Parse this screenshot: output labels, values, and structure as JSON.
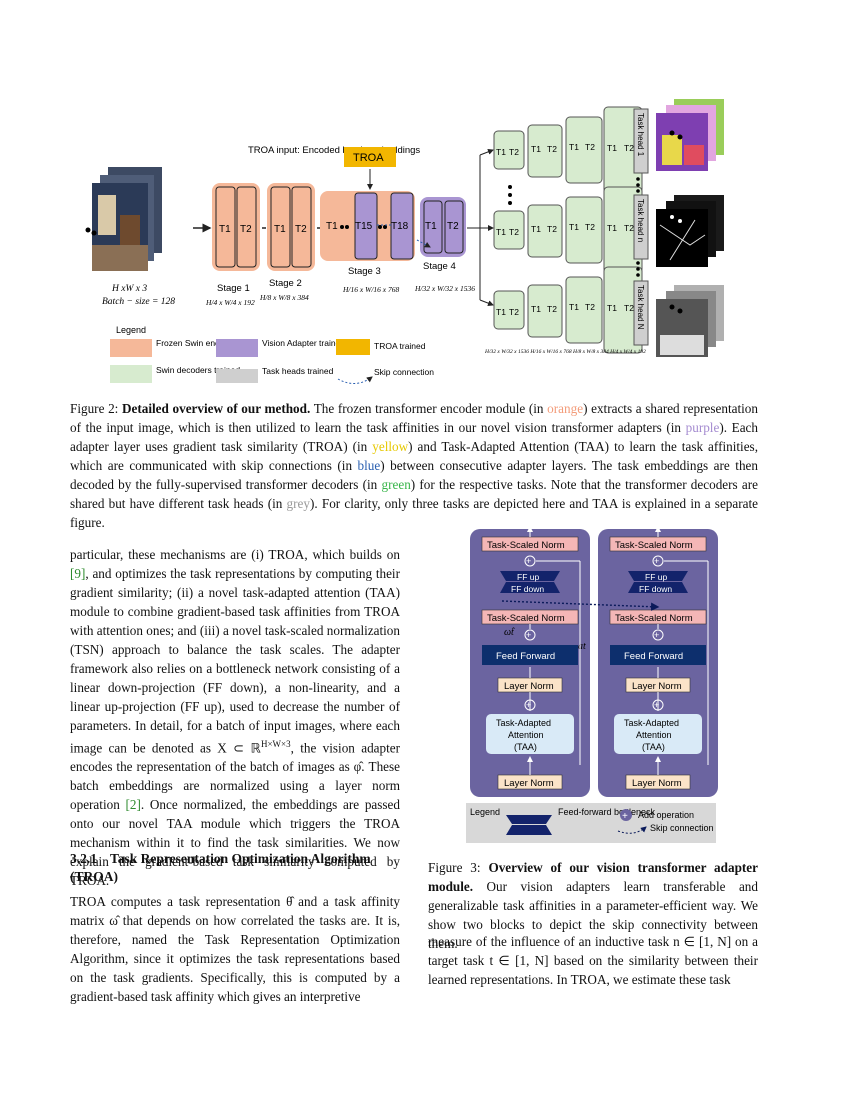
{
  "fig2": {
    "input_dims": "H xW x 3",
    "batch_size": "Batch − size = 128",
    "troa_input": "TROA input: Encoded batch embeddings",
    "troa": "TROA",
    "t1": "T1",
    "t2": "T2",
    "t15": "T15",
    "t18": "T18",
    "stage1": "Stage 1",
    "stage2": "Stage 2",
    "stage3": "Stage 3",
    "stage4": "Stage 4",
    "dim1": "H/4 x W/4 x 192",
    "dim2": "H/8 x W/8 x 384",
    "dim3": "H/16 x W/16 x 768",
    "dim4": "H/32 x W/32 x 1536",
    "task_head_1": "Task head 1",
    "task_head_n": "Task head n",
    "task_head_N": "Task head N",
    "dec_dims": "H/32 x W/32 x 1536   H/16 x W/16 x 768   H/8 x W/8 x 384   H/4 x W/4 x 192",
    "legend": {
      "title": "Legend",
      "frozen": "Frozen Swin encoder",
      "adapter": "Vision Adapter trained",
      "troa": "TROA trained",
      "decoders": "Swin decoders trained",
      "heads": "Task heads trained",
      "skip": "Skip connection"
    },
    "colors": {
      "orange": "#f5b899",
      "purple": "#a995d2",
      "yellow": "#f2b600",
      "green": "#d7ebcf",
      "grey": "#cfcfcf"
    }
  },
  "fig2_caption": {
    "label": "Figure 2:",
    "bold": "Detailed overview of our method.",
    "t1": "The frozen transformer encoder module (in ",
    "orange": "orange",
    "t2": ") extracts a shared representation of the input image, which is then utilized to learn the task affinities in our novel vision transformer adapters (in ",
    "purple": "purple",
    "t3": "). Each adapter layer uses gradient task similarity (TROA) (in ",
    "yellow": "yellow",
    "t4": ") and Task-Adapted Attention (TAA) to learn the task affinities, which are communicated with skip connections (in ",
    "blue": "blue",
    "t5": ") between consecutive adapter layers. The task embeddings are then decoded by the fully-supervised transformer decoders (in ",
    "green": "green",
    "t6": ") for the respective tasks. Note that the transformer decoders are shared but have different task heads (in ",
    "grey": "grey",
    "t7": "). For clarity, only three tasks are depicted here and TAA is explained in a separate figure."
  },
  "left_col": {
    "p1a": "particular, these mechanisms are (i) TROA, which builds on ",
    "ref9": "[9]",
    "p1b": ", and optimizes the task representations by computing their gradient similarity; (ii) a novel task-adapted attention (TAA) module to combine gradient-based task affinities from TROA with attention ones; and (iii) a novel task-scaled normalization (TSN) approach to balance the task scales. The adapter framework also relies on a bottleneck network consisting of a linear down-projection (FF down), a non-linearity, and a linear up-projection (FF up), used to decrease the number of parameters. In detail, for a batch of input images, where each image can be denoted as X ⊂ ℝ",
    "sup": "H×W×3",
    "p1c": ", the vision adapter encodes the representation of the batch of images as φ̂. These batch embeddings are normalized using a layer norm operation ",
    "ref2": "[2]",
    "p1d": ". Once normalized, the embeddings are passed onto our novel TAA module which triggers the TROA mechanism within it to find the task similarities. We now explain the gradient-based task similarity computed by TROA.",
    "section_num": "3.2.1",
    "section_title": "Task Representation Optimization Algorithm (TROA)",
    "p2": "TROA computes a task representation θ̂ and a task affinity matrix ω̂ that depends on how correlated the tasks are. It is, therefore, named the Task Representation Optimization Algorithm, since it optimizes the task representations based on the task gradients. Specifically, this is computed by a gradient-based task affinity which gives an interpretive"
  },
  "fig3": {
    "task_scaled_norm": "Task-Scaled Norm",
    "ff_up": "FF up",
    "ff_down": "FF down",
    "omega": "ω̂t",
    "a_t": "at",
    "feed_forward": "Feed Forward",
    "layer_norm": "Layer Norm",
    "taa_line1": "Task-Adapted",
    "taa_line2": "Attention",
    "taa_line3": "(TAA)",
    "legend": "Legend",
    "legend_ff": "Feed-forward bottleneck",
    "legend_add": "Add operation",
    "legend_skip": "Skip connection"
  },
  "fig3_caption": {
    "label": "Figure 3:",
    "bold": "Overview of our vision transformer adapter module.",
    "text": "Our vision adapters learn transferable and generalizable task affinities in a parameter-efficient way. We show two blocks to depict the skip connectivity between them."
  },
  "right_col": {
    "p": "measure of the influence of an inductive task n ∈ [1, N] on a target task t ∈ [1, N] based on the similarity between their learned representations. In TROA, we estimate these task"
  }
}
